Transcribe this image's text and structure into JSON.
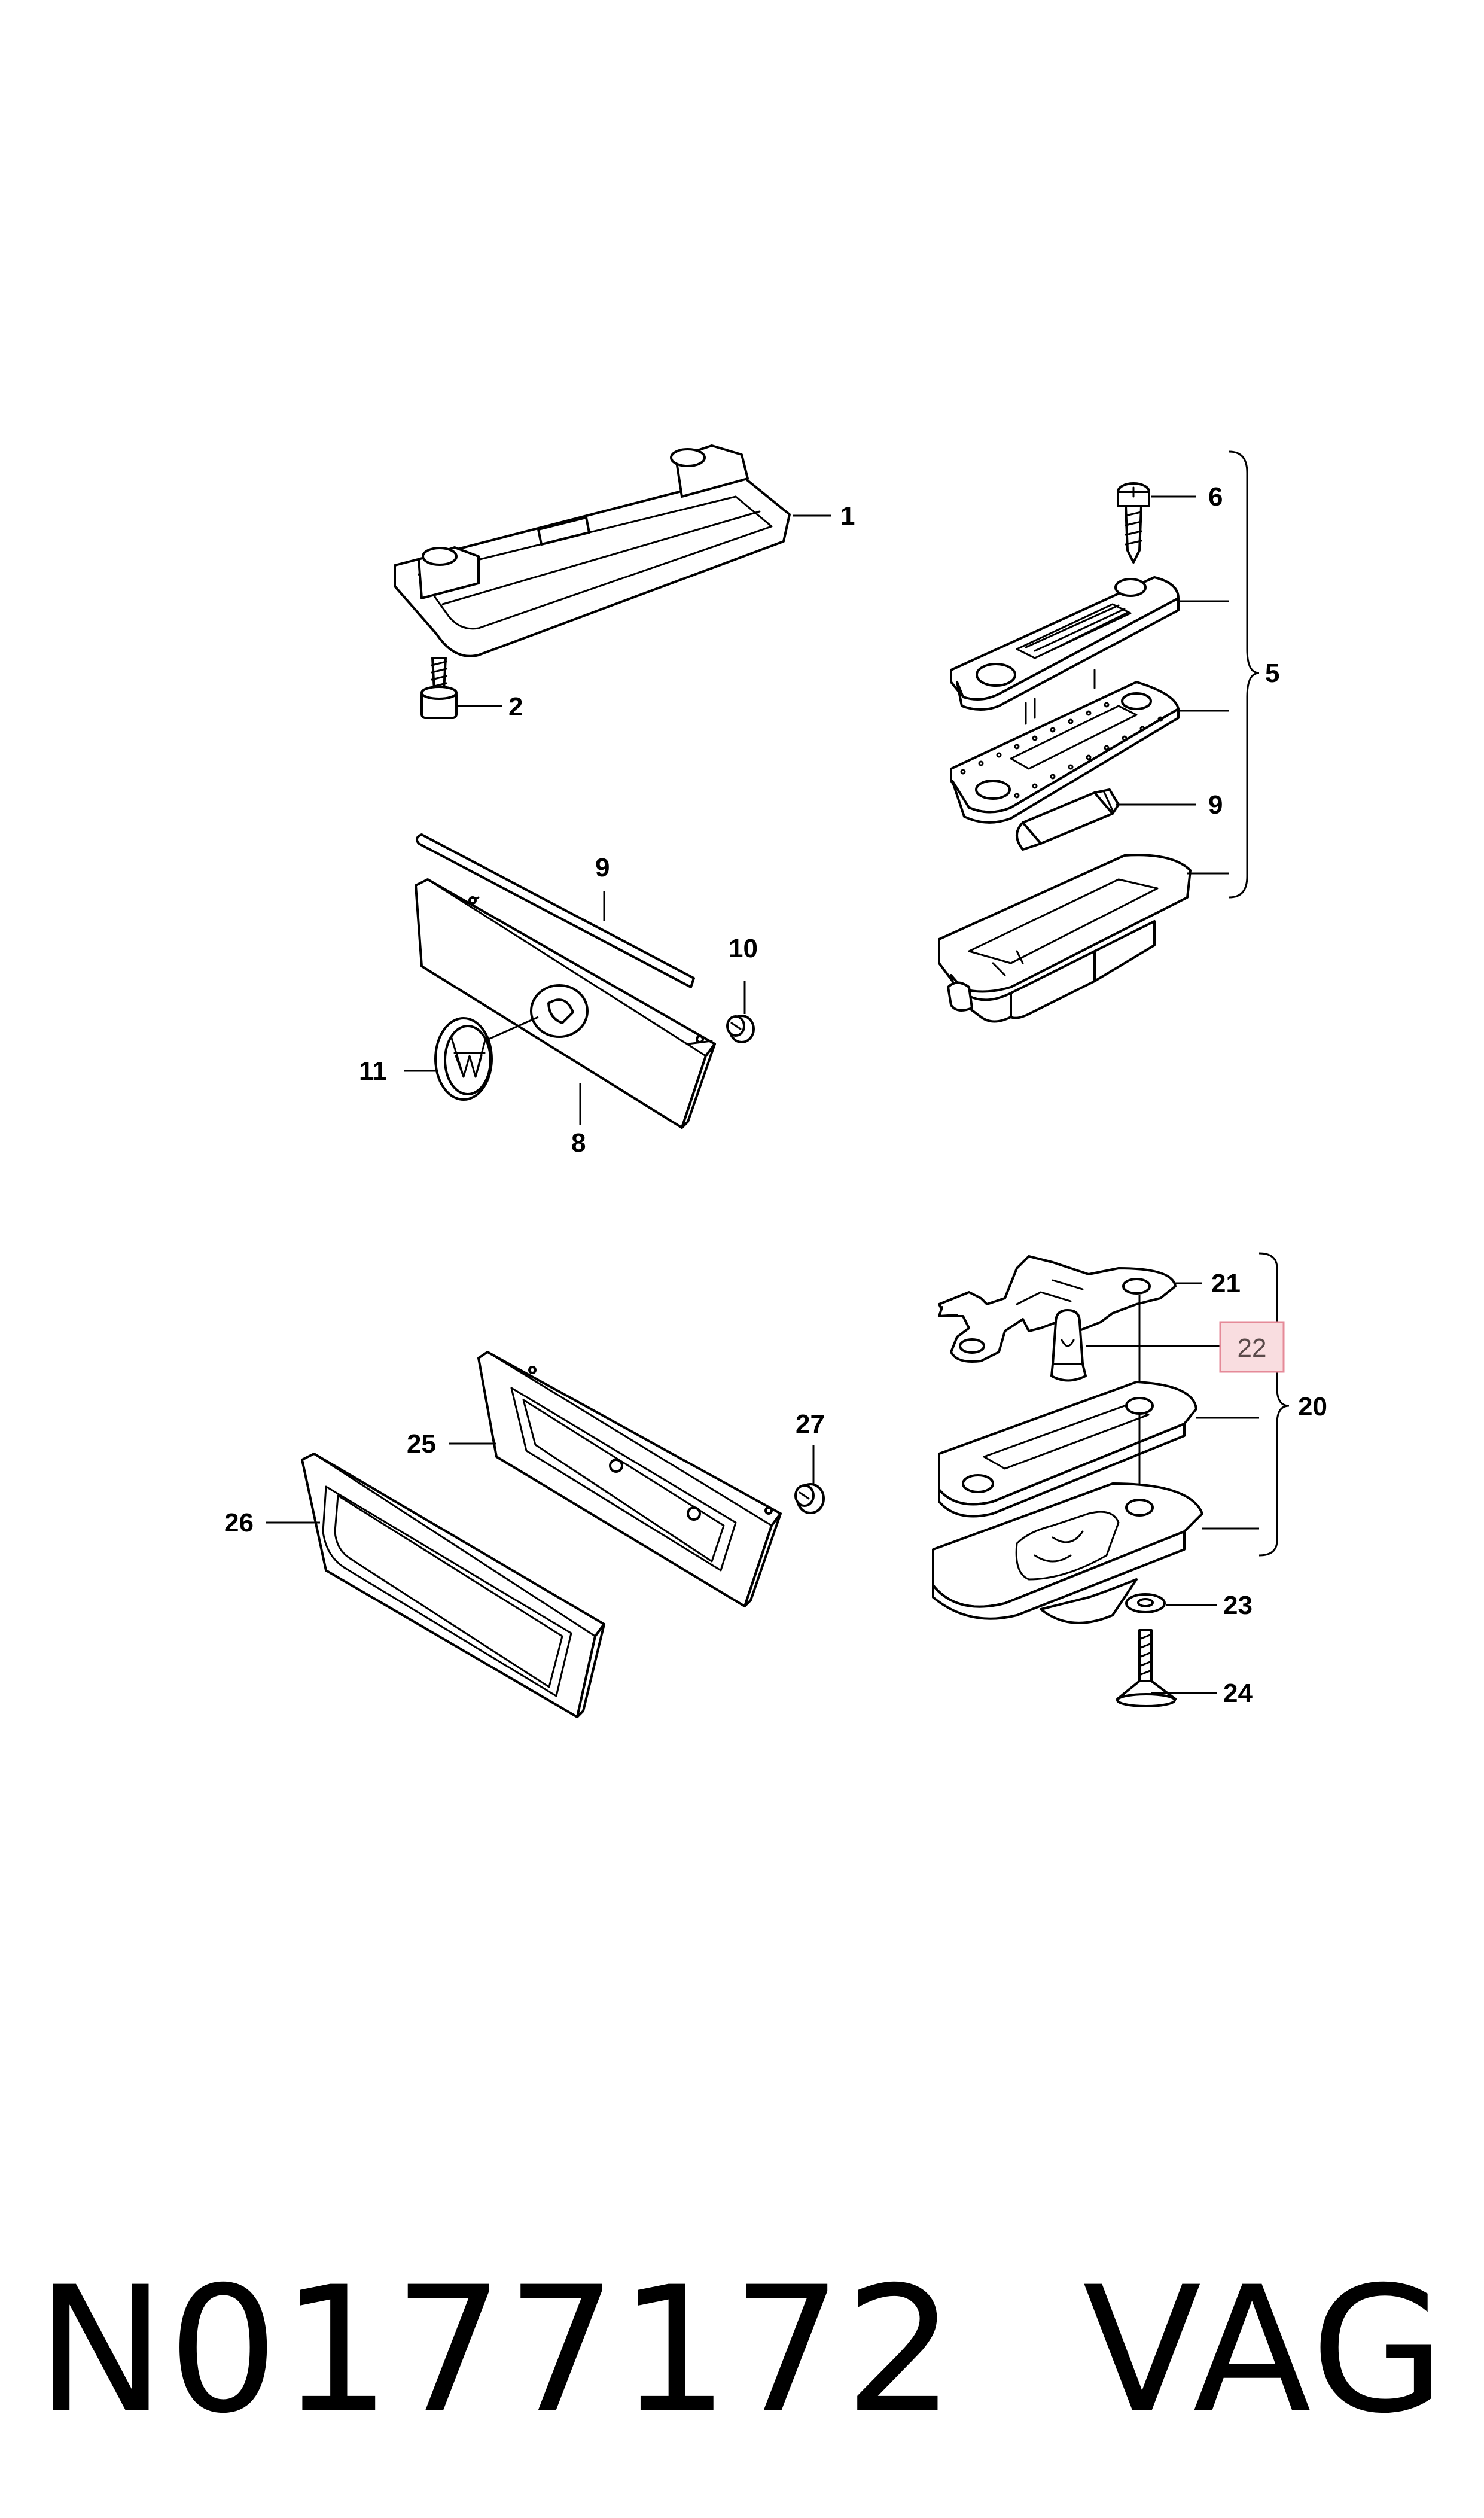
{
  "callouts": {
    "c1": "1",
    "c2": "2",
    "c5": "5",
    "c6": "6",
    "c8": "8",
    "c9a": "9",
    "c9b": "9",
    "c10": "10",
    "c11": "11",
    "c20": "20",
    "c21": "21",
    "c22": "22",
    "c23": "23",
    "c24": "24",
    "c25": "25",
    "c26": "26",
    "c27": "27"
  },
  "highlight": {
    "callout": "22",
    "box_color": "#f9dde0",
    "border_color": "#e58a98"
  },
  "caption": {
    "part_number": "N0177172",
    "brand": "VAG"
  }
}
